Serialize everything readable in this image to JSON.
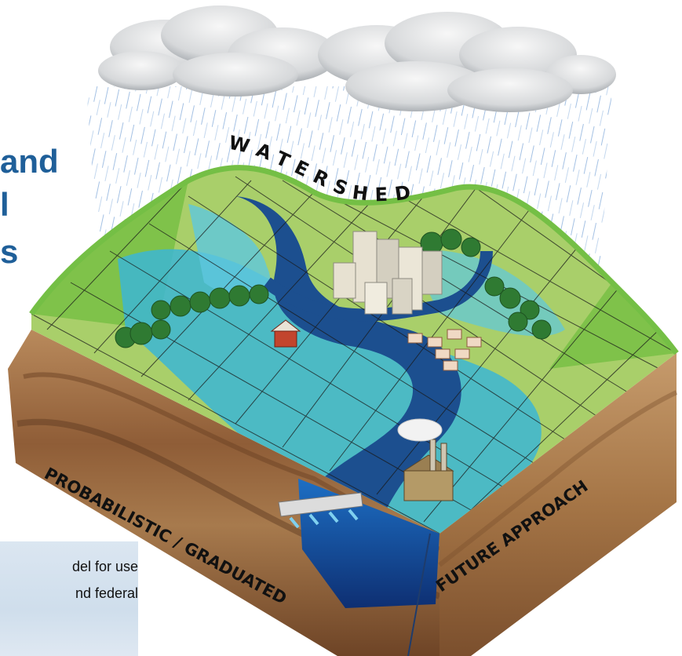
{
  "diagram": {
    "labels": {
      "top": "WATERSHED",
      "left_face": "PROBABILISTIC / GRADUATED",
      "right_face": "FUTURE APPROACH"
    },
    "partial_heading": [
      "and",
      "l",
      "s"
    ],
    "partial_caption": [
      "del for use",
      "nd federal"
    ]
  },
  "colors": {
    "heading": "#1f5f99",
    "river": "#1c4f8f",
    "floodplain": "#2fa9c9",
    "land": "#a9cf6a",
    "soil": "#8a5a36",
    "grass_edge": "#74bf45"
  }
}
